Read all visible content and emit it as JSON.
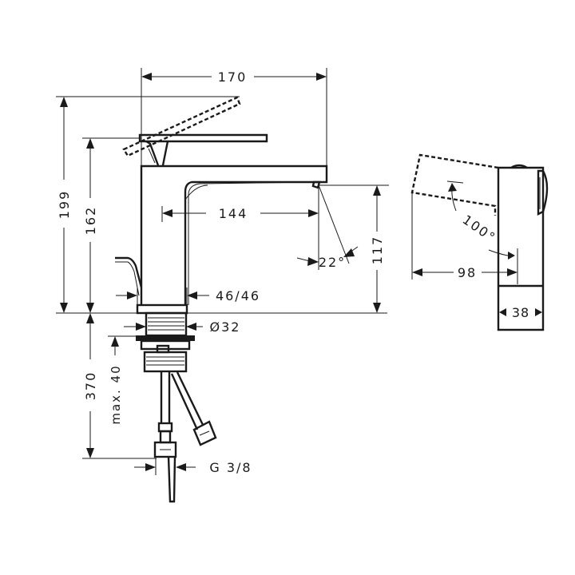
{
  "drawing": {
    "subject": "Single lever basin mixer technical drawing",
    "line_color": "#1a1a1a",
    "background": "#ffffff",
    "dimensions": {
      "total_width": "170",
      "total_height": "199",
      "height_closed_lever": "162",
      "spout_projection": "144",
      "spout_height": "117",
      "spout_angle": "22°",
      "base_size": "46/46",
      "thread_diameter": "Ø32",
      "tail_length": "370",
      "max_countertop": "max. 40",
      "connection": "G 3/8",
      "lever_angle": "100°",
      "side_projection": "98",
      "side_width": "38"
    }
  }
}
